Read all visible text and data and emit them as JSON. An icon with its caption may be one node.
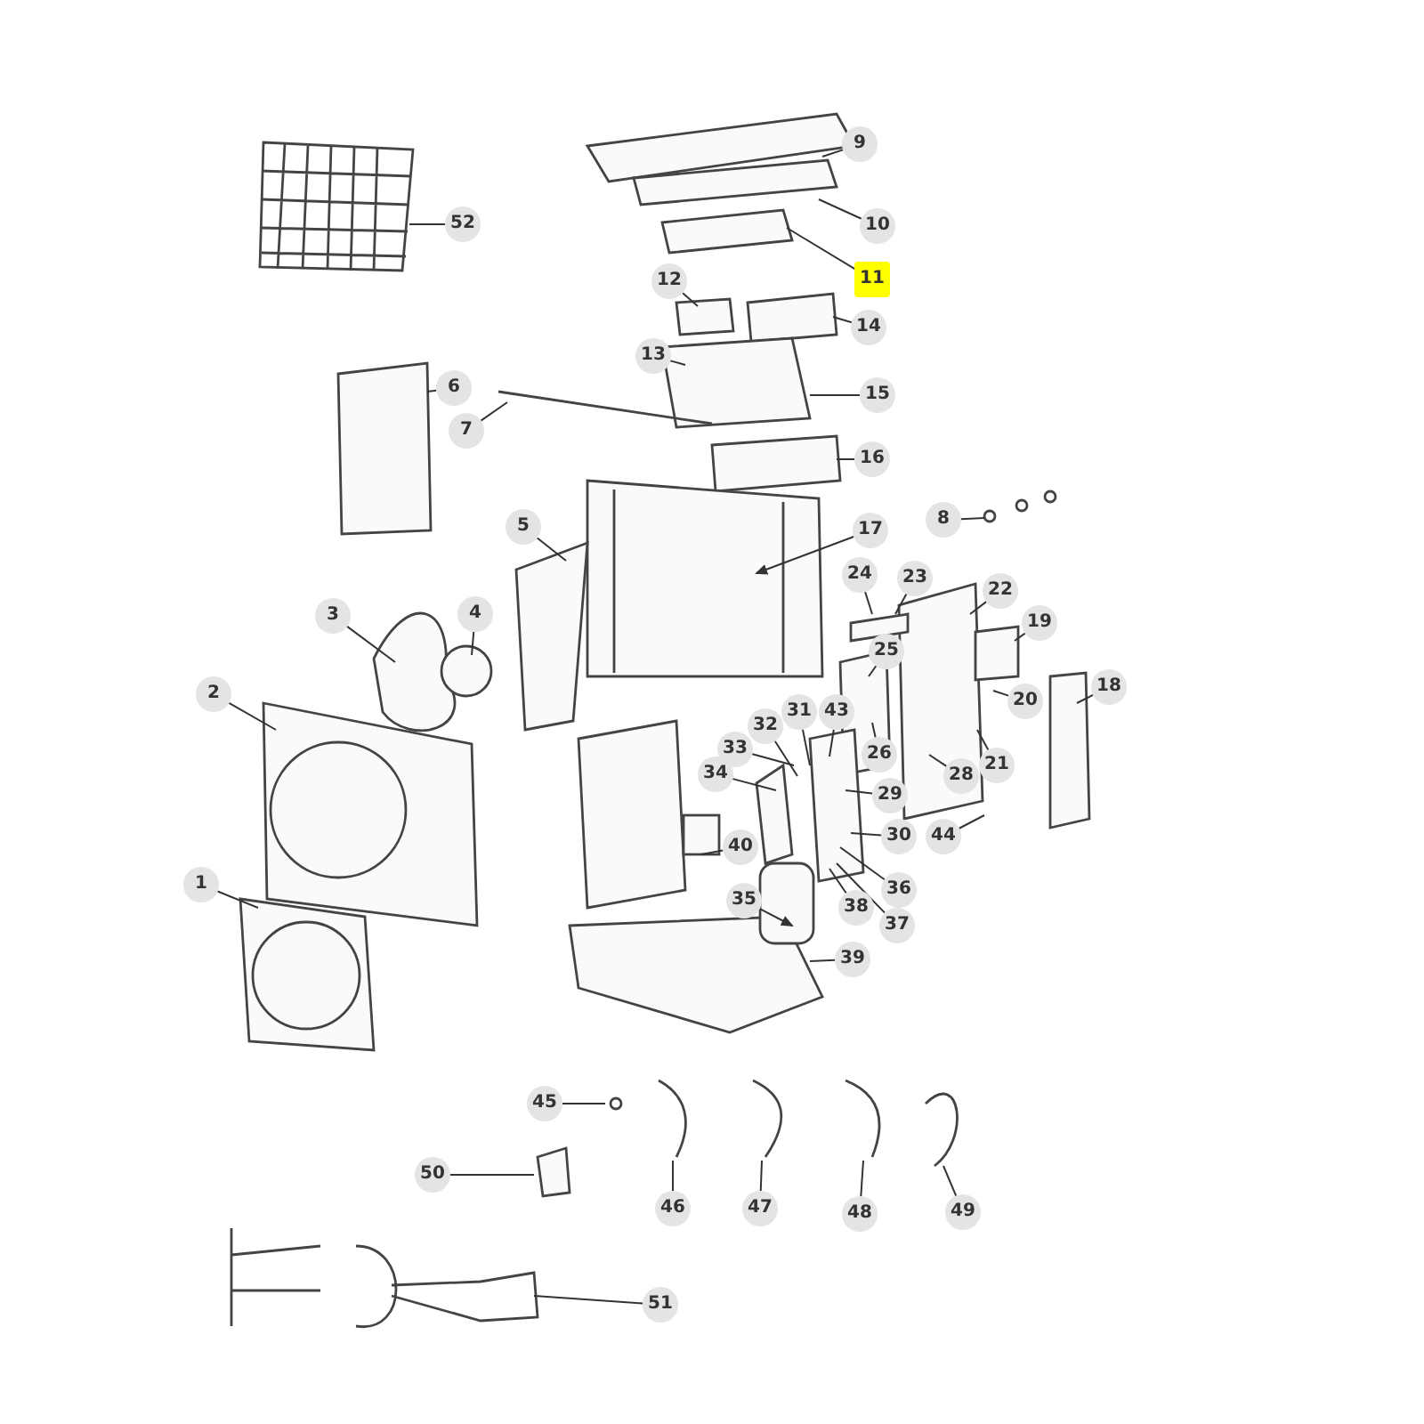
{
  "diagram": {
    "nodes": [
      {
        "text": [
          "1"
        ]
      },
      {
        "text": [
          "2"
        ]
      },
      {
        "text": [
          "3"
        ]
      },
      {
        "text": [
          "4"
        ]
      },
      {
        "text": [
          "5"
        ]
      },
      {
        "text": [
          "6"
        ]
      },
      {
        "text": [
          "7"
        ]
      },
      {
        "text": [
          "8"
        ]
      },
      {
        "text": [
          "9"
        ]
      },
      {
        "text": [
          "10"
        ]
      },
      {
        "text": [
          "11"
        ]
      },
      {
        "text": [
          "12"
        ]
      },
      {
        "text": [
          "13"
        ]
      },
      {
        "text": [
          "14"
        ]
      },
      {
        "text": [
          "15"
        ]
      },
      {
        "text": [
          "16"
        ]
      },
      {
        "text": [
          "17"
        ]
      },
      {
        "text": [
          "18"
        ]
      },
      {
        "text": [
          "19"
        ]
      },
      {
        "text": [
          "20"
        ]
      },
      {
        "text": [
          "21"
        ]
      },
      {
        "text": [
          "22"
        ]
      },
      {
        "text": [
          "23"
        ]
      },
      {
        "text": [
          "24"
        ]
      },
      {
        "text": [
          "25"
        ]
      },
      {
        "text": [
          "26"
        ]
      },
      {
        "text": [
          "28"
        ]
      },
      {
        "text": [
          "29"
        ]
      },
      {
        "text": [
          "30"
        ]
      },
      {
        "text": [
          "31"
        ]
      },
      {
        "text": [
          "32"
        ]
      },
      {
        "text": [
          "33"
        ]
      },
      {
        "text": [
          "34"
        ]
      },
      {
        "text": [
          "35"
        ]
      },
      {
        "text": [
          "36"
        ]
      },
      {
        "text": [
          "37"
        ]
      },
      {
        "text": [
          "38"
        ]
      },
      {
        "text": [
          "39"
        ]
      },
      {
        "text": [
          "40"
        ]
      },
      {
        "text": [
          "43"
        ]
      },
      {
        "text": [
          "44"
        ]
      },
      {
        "text": [
          "45"
        ]
      },
      {
        "text": [
          "46"
        ]
      },
      {
        "text": [
          "47"
        ]
      },
      {
        "text": [
          "48"
        ]
      },
      {
        "text": [
          "49"
        ]
      },
      {
        "text": [
          "50"
        ]
      },
      {
        "text": [
          "51"
        ]
      },
      {
        "text": [
          "52"
        ]
      }
    ],
    "edges": [
      {
        "from": 0,
        "to": null,
        "arrow": "none"
      },
      {
        "from": 1,
        "to": null,
        "arrow": "none"
      },
      {
        "from": 2,
        "to": null,
        "arrow": "none"
      },
      {
        "from": 3,
        "to": null,
        "arrow": "none"
      },
      {
        "from": 4,
        "to": null,
        "arrow": "none"
      },
      {
        "from": 5,
        "to": null,
        "arrow": "none"
      },
      {
        "from": 6,
        "to": null,
        "arrow": "none"
      },
      {
        "from": 7,
        "to": null,
        "arrow": "none"
      },
      {
        "from": 8,
        "to": null,
        "arrow": "none"
      },
      {
        "from": 9,
        "to": null,
        "arrow": "none"
      },
      {
        "from": 10,
        "to": null,
        "arrow": "none"
      },
      {
        "from": 11,
        "to": null,
        "arrow": "none"
      },
      {
        "from": 12,
        "to": null,
        "arrow": "none"
      },
      {
        "from": 13,
        "to": null,
        "arrow": "none"
      },
      {
        "from": 14,
        "to": null,
        "arrow": "none"
      },
      {
        "from": 15,
        "to": null,
        "arrow": "none"
      },
      {
        "from": 16,
        "to": null,
        "arrow": "to"
      },
      {
        "from": 17,
        "to": null,
        "arrow": "none"
      },
      {
        "from": 18,
        "to": null,
        "arrow": "none"
      },
      {
        "from": 19,
        "to": null,
        "arrow": "none"
      },
      {
        "from": 20,
        "to": null,
        "arrow": "none"
      },
      {
        "from": 21,
        "to": null,
        "arrow": "none"
      },
      {
        "from": 22,
        "to": null,
        "arrow": "none"
      },
      {
        "from": 23,
        "to": null,
        "arrow": "none"
      },
      {
        "from": 24,
        "to": null,
        "arrow": "none"
      },
      {
        "from": 25,
        "to": null,
        "arrow": "none"
      },
      {
        "from": 26,
        "to": null,
        "arrow": "none"
      },
      {
        "from": 27,
        "to": null,
        "arrow": "none"
      },
      {
        "from": 28,
        "to": null,
        "arrow": "none"
      },
      {
        "from": 29,
        "to": null,
        "arrow": "none"
      },
      {
        "from": 30,
        "to": null,
        "arrow": "none"
      },
      {
        "from": 31,
        "to": null,
        "arrow": "none"
      },
      {
        "from": 32,
        "to": null,
        "arrow": "none"
      },
      {
        "from": 33,
        "to": null,
        "arrow": "to"
      },
      {
        "from": 34,
        "to": null,
        "arrow": "none"
      },
      {
        "from": 35,
        "to": null,
        "arrow": "none"
      },
      {
        "from": 36,
        "to": null,
        "arrow": "none"
      },
      {
        "from": 37,
        "to": null,
        "arrow": "none"
      },
      {
        "from": 38,
        "to": null,
        "arrow": "none"
      },
      {
        "from": 39,
        "to": null,
        "arrow": "none"
      },
      {
        "from": 40,
        "to": null,
        "arrow": "none"
      },
      {
        "from": 41,
        "to": null,
        "arrow": "none"
      },
      {
        "from": 42,
        "to": null,
        "arrow": "none"
      },
      {
        "from": 43,
        "to": null,
        "arrow": "none"
      },
      {
        "from": 44,
        "to": null,
        "arrow": "none"
      },
      {
        "from": 45,
        "to": null,
        "arrow": "none"
      },
      {
        "from": 46,
        "to": null,
        "arrow": "none"
      },
      {
        "from": 47,
        "to": null,
        "arrow": "none"
      },
      {
        "from": 48,
        "to": null,
        "arrow": "none"
      }
    ]
  }
}
